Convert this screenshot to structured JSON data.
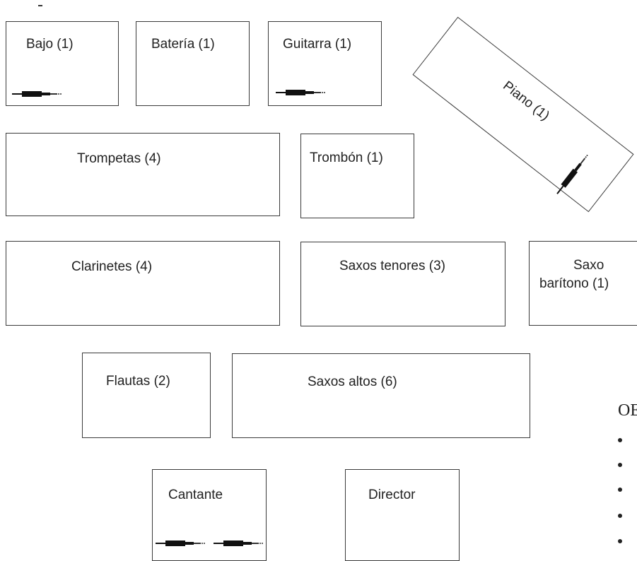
{
  "stage": {
    "bajo": "Bajo (1)",
    "bateria": "Batería (1)",
    "guitarra": "Guitarra (1)",
    "piano": "Piano (1)",
    "trompetas": "Trompetas (4)",
    "trombon": "Trombón (1)",
    "clarinetes": "Clarinetes (4)",
    "saxos_tenores": "Saxos tenores (3)",
    "saxo_baritono_line1": "Saxo",
    "saxo_baritono_line2": "barítono (1)",
    "flautas": "Flautas (2)",
    "saxos_altos": "Saxos altos (6)",
    "cantante": "Cantante",
    "director": "Director"
  },
  "side_panel": {
    "title": "OE"
  },
  "icons": {
    "input_jack": "jack-cable-icon"
  }
}
